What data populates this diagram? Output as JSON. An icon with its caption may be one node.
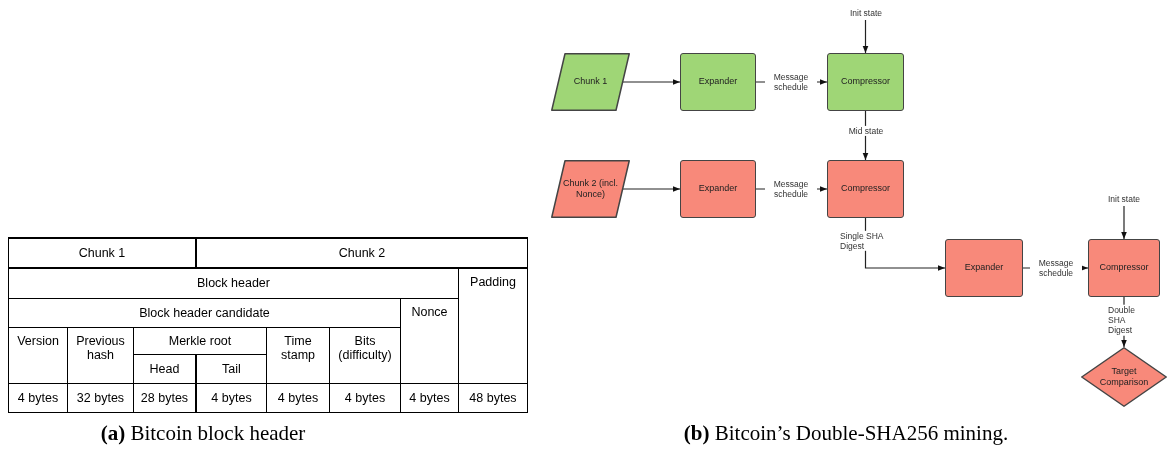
{
  "diagram": {
    "nodes": [
      {
        "text": [
          "Init state"
        ]
      },
      {
        "text": [
          "Chunk 1"
        ]
      },
      {
        "text": [
          "Expander"
        ]
      },
      {
        "text": [
          "Compressor"
        ]
      },
      {
        "text": [
          "Chunk 2 (incl. Nonce)"
        ]
      },
      {
        "text": [
          "Expander"
        ]
      },
      {
        "text": [
          "Compressor"
        ]
      },
      {
        "text": [
          "Init state"
        ]
      },
      {
        "text": [
          "Expander"
        ]
      },
      {
        "text": [
          "Compressor"
        ]
      },
      {
        "text": [
          "Target Comparison"
        ]
      }
    ],
    "edges": [
      {
        "from": 0,
        "to": 3,
        "arrow": "to"
      },
      {
        "from": 1,
        "to": 2,
        "arrow": "to"
      },
      {
        "from": 2,
        "to": 3,
        "arrow": "to",
        "label": "Message schedule"
      },
      {
        "from": 3,
        "to": 6,
        "arrow": "to",
        "label": "Mid state"
      },
      {
        "from": 4,
        "to": 5,
        "arrow": "to"
      },
      {
        "from": 5,
        "to": 6,
        "arrow": "to",
        "label": "Message schedule"
      },
      {
        "from": 6,
        "to": 8,
        "arrow": "to",
        "label": "Single SHA Digest"
      },
      {
        "from": 7,
        "to": 9,
        "arrow": "to"
      },
      {
        "from": 8,
        "to": 9,
        "arrow": "to",
        "label": "Message schedule"
      },
      {
        "from": 9,
        "to": 10,
        "arrow": "to",
        "label": "Double SHA Digest"
      }
    ],
    "labels": [
      "Chunk 1",
      "Chunk 2",
      "Block header",
      "Padding",
      "Block header candidate",
      "Nonce",
      "Version",
      "Previous hash",
      "Merkle root",
      "Time stamp",
      "Bits (difficulty)",
      "Head",
      "Tail",
      "4 bytes",
      "32 bytes",
      "28 bytes",
      "4 bytes",
      "4 bytes",
      "4 bytes",
      "4 bytes",
      "48 bytes",
      "**(a)** Bitcoin block header",
      "**(b)** Bitcoin’s Double-SHA256 mining."
    ]
  }
}
